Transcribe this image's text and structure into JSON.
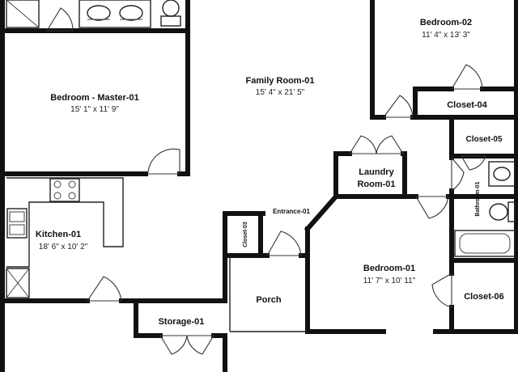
{
  "rooms": {
    "bedroom_master": {
      "name": "Bedroom - Master-01",
      "dims": "15' 1\" x 11' 9\""
    },
    "family_room": {
      "name": "Family Room-01",
      "dims": "15' 4\" x 21' 5\""
    },
    "bedroom_02": {
      "name": "Bedroom-02",
      "dims": "11' 4\" x 13' 3\""
    },
    "closet_04": {
      "name": "Closet-04"
    },
    "closet_05": {
      "name": "Closet-05"
    },
    "laundry": {
      "name_line1": "Laundry",
      "name_line2": "Room-01"
    },
    "bathroom_01": {
      "name": "Bathroom-01"
    },
    "kitchen": {
      "name": "Kitchen-01",
      "dims": "18' 6\" x 10' 2\""
    },
    "closet_03": {
      "name": "Closet-03"
    },
    "entrance": {
      "name": "Entrance-01"
    },
    "bedroom_01": {
      "name": "Bedroom-01",
      "dims": "11' 7\" x 10' 11\""
    },
    "porch": {
      "name": "Porch"
    },
    "closet_06": {
      "name": "Closet-06"
    },
    "storage": {
      "name": "Storage-01"
    }
  }
}
